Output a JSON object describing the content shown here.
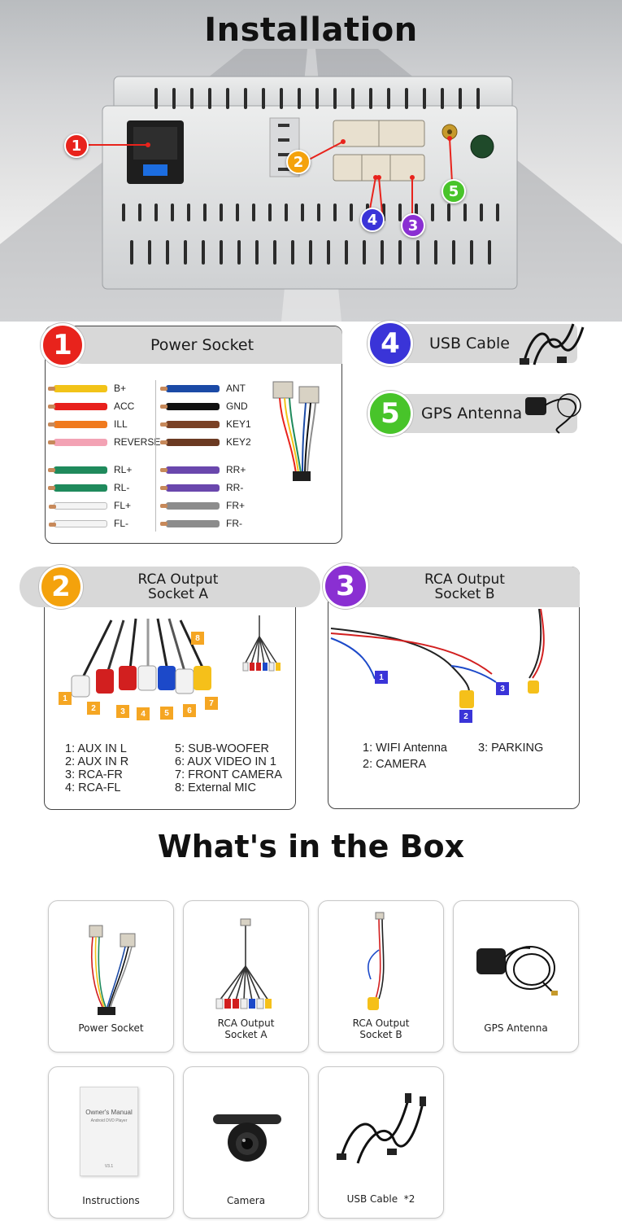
{
  "installation": {
    "title": "Installation",
    "markers": [
      "1",
      "2",
      "3",
      "4",
      "5"
    ]
  },
  "power_socket": {
    "number": "1",
    "title": "Power Socket",
    "wires_left": [
      {
        "label": "B+",
        "color": "#f2c318"
      },
      {
        "label": "ACC",
        "color": "#e8201c"
      },
      {
        "label": "ILL",
        "color": "#f07a1e"
      },
      {
        "label": "REVERSE",
        "color": "#f3a2b4"
      },
      {
        "label": "RL+",
        "color": "#1f8a5c"
      },
      {
        "label": "RL-",
        "color": "#1f8a5c"
      },
      {
        "label": "FL+",
        "color": "#f4f4f4"
      },
      {
        "label": "FL-",
        "color": "#f4f4f4"
      }
    ],
    "wires_right": [
      {
        "label": "ANT",
        "color": "#1b4aa6"
      },
      {
        "label": "GND",
        "color": "#111111"
      },
      {
        "label": "KEY1",
        "color": "#7a4125"
      },
      {
        "label": "KEY2",
        "color": "#6b3a22"
      },
      {
        "label": "RR+",
        "color": "#6a47ad"
      },
      {
        "label": "RR-",
        "color": "#6a47ad"
      },
      {
        "label": "FR+",
        "color": "#8c8c8c"
      },
      {
        "label": "FR-",
        "color": "#8c8c8c"
      }
    ]
  },
  "usb_cable": {
    "number": "4",
    "title": "USB Cable"
  },
  "gps_antenna": {
    "number": "5",
    "title": "GPS Antenna"
  },
  "rca_a": {
    "number": "2",
    "title_line1": "RCA Output",
    "title_line2": "Socket A",
    "callouts": [
      "1",
      "2",
      "3",
      "4",
      "5",
      "6",
      "7",
      "8"
    ],
    "legend_left": [
      "1: AUX IN L",
      "2: AUX IN R",
      "3: RCA-FR",
      "4: RCA-FL"
    ],
    "legend_right": [
      "5: SUB-WOOFER",
      "6: AUX VIDEO IN 1",
      "7: FRONT CAMERA",
      "8: External MIC"
    ]
  },
  "rca_b": {
    "number": "3",
    "title_line1": "RCA Output",
    "title_line2": "Socket B",
    "callouts": [
      "1",
      "2",
      "3"
    ],
    "legend_left": [
      "1: WIFI Antenna",
      "2: CAMERA"
    ],
    "legend_right": [
      "3: PARKING"
    ]
  },
  "box": {
    "title": "What's in the Box",
    "items": [
      {
        "line1": "Power Socket",
        "line2": ""
      },
      {
        "line1": "RCA Output",
        "line2": "Socket A"
      },
      {
        "line1": "RCA Output",
        "line2": "Socket B"
      },
      {
        "line1": "GPS Antenna",
        "line2": ""
      },
      {
        "line1": "Instructions",
        "line2": ""
      },
      {
        "line1": "Camera",
        "line2": ""
      },
      {
        "line1": "USB Cable  *2",
        "line2": ""
      }
    ],
    "manual_text": [
      "Owner's Manual",
      "Android DVD Player",
      "V3.1"
    ]
  },
  "colors": {
    "red": "#e8231c",
    "orange": "#f4a20c",
    "purple": "#8a2fd2",
    "blue": "#3a34d8",
    "green": "#48c42a",
    "callout_orange": "#f5a623",
    "callout_blue": "#3a34d8",
    "callout_yellow": "#f5c01a"
  }
}
